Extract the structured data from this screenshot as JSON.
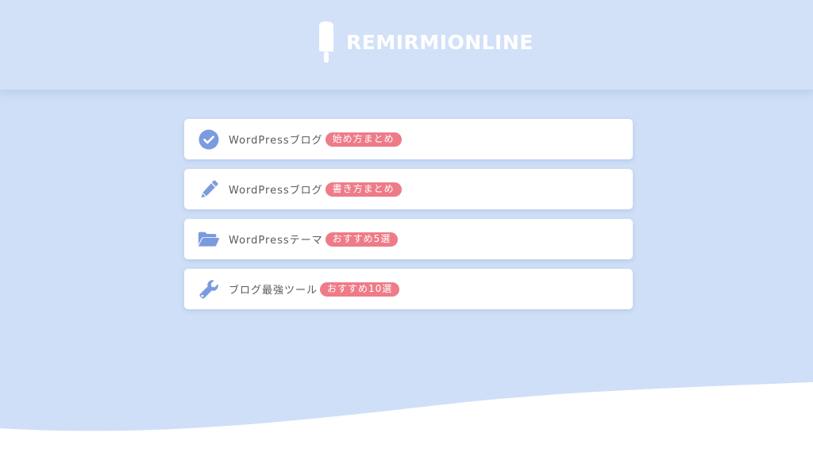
{
  "header": {
    "logo_text": "REMIRMIONLINE",
    "logo_icon": "popsicle-icon"
  },
  "menu": {
    "items": [
      {
        "label": "WordPressブログ",
        "badge": "始め方まとめ",
        "icon": "check-circle-icon"
      },
      {
        "label": "WordPressブログ",
        "badge": "書き方まとめ",
        "icon": "pencil-icon"
      },
      {
        "label": "WordPressテーマ",
        "badge": "おすすめ5選",
        "icon": "folder-open-icon"
      },
      {
        "label": "ブログ最強ツール",
        "badge": "おすすめ10選",
        "icon": "wrench-icon"
      }
    ]
  },
  "colors": {
    "background": "#cfdff7",
    "header": "#d2e1f8",
    "icon": "#7b9be0",
    "badge": "#ee7b88",
    "card": "#ffffff"
  }
}
